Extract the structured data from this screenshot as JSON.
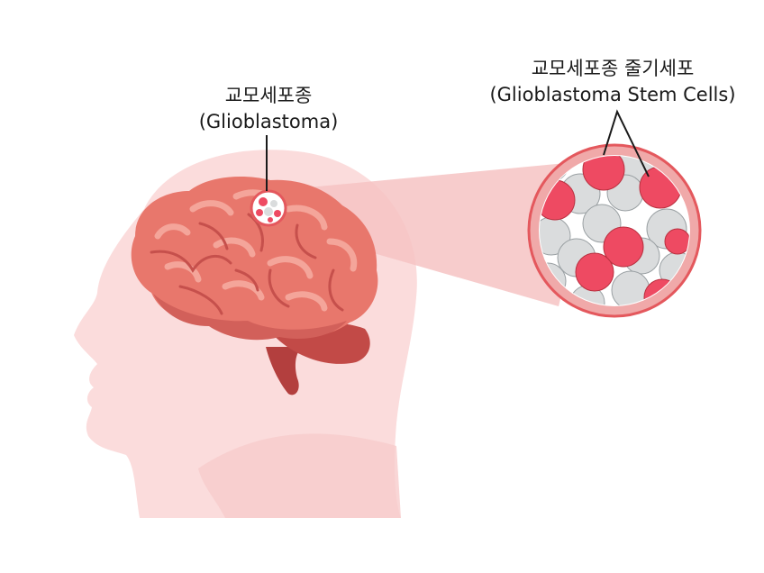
{
  "labels": {
    "tumor_korean": "교모세포종",
    "tumor_english": "(Glioblastoma)",
    "stem_korean": "교모세포종 줄기세포",
    "stem_english": "(Glioblastoma Stem Cells)"
  },
  "colors": {
    "head": "#fbdcdc",
    "head_shadow": "#f7cccc",
    "brain": "#e8776c",
    "brain_dark": "#c6504c",
    "brain_highlight": "#f4a59a",
    "cerebellum": "#b33f3e",
    "magnifier_beam": "#f6c3c3",
    "circle_ring": "#e4585d",
    "stem_cell": "#ee4a62",
    "normal_cell": "#dadcdd"
  }
}
